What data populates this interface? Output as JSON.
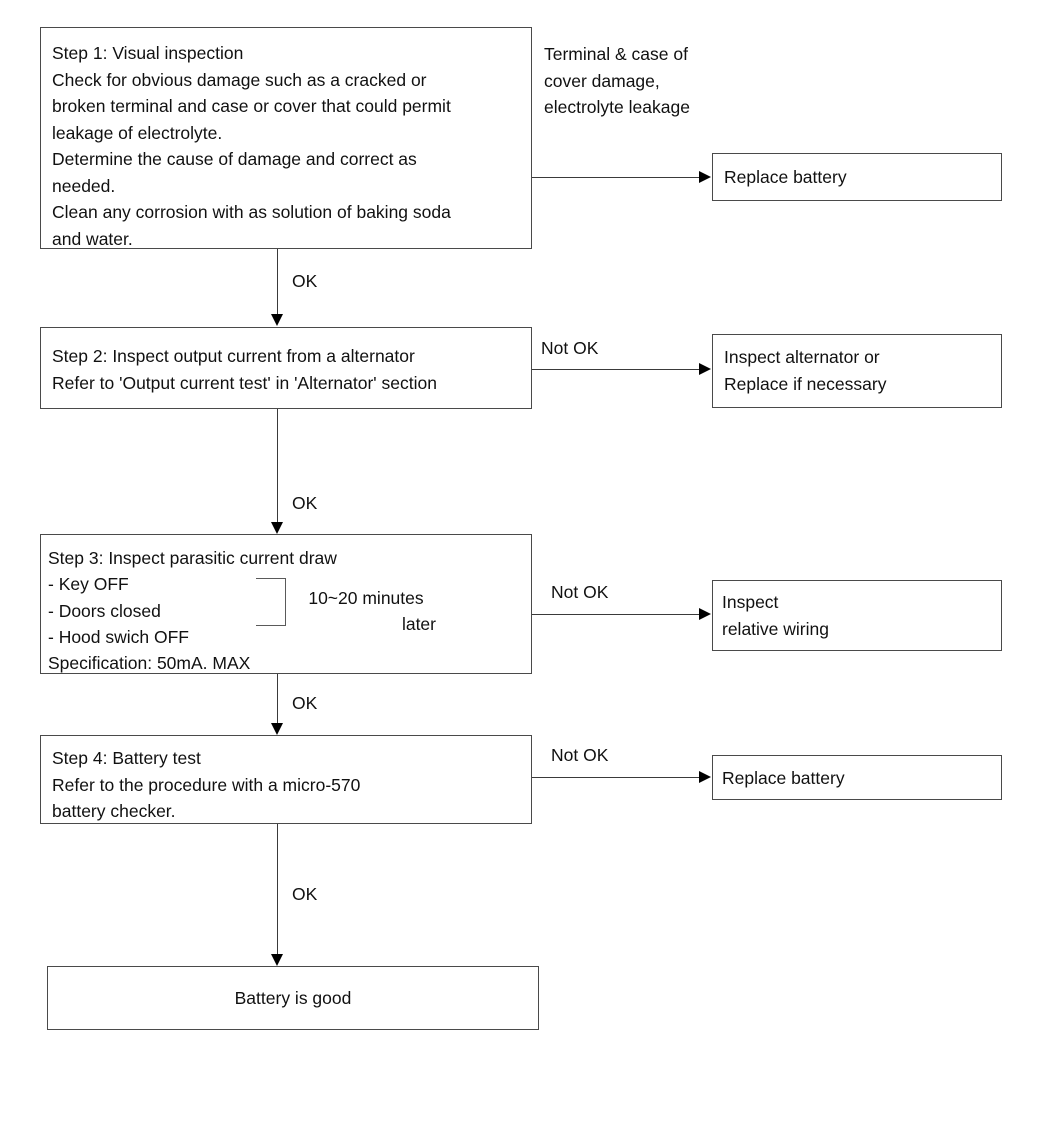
{
  "diagram": {
    "title": "Battery diagnostic flowchart",
    "line_color": "#3a3a3a",
    "box_border_color": "#4a4a4a",
    "text_color": "#111111",
    "background": "#ffffff"
  },
  "nodes": {
    "step1": {
      "id": "step1",
      "text": "Step 1: Visual inspection\nCheck for obvious damage such as a cracked or\nbroken terminal and case or cover that could permit\nleakage of electrolyte.\nDetermine the cause of damage and correct as\nneeded.\nClean any corrosion with as solution of baking soda\nand water."
    },
    "step2": {
      "id": "step2",
      "text": "Step 2: Inspect output current from a alternator\nRefer to 'Output current test' in 'Alternator' section"
    },
    "step3": {
      "id": "step3",
      "heading": "Step 3: Inspect parasitic current draw",
      "bullets": " - Key OFF\n - Doors closed\n - Hood swich OFF",
      "spec": "   Specification: 50mA. MAX",
      "bracket_note_line1": "10~20 minutes",
      "bracket_note_line2": "later"
    },
    "step4": {
      "id": "step4",
      "text": "Step 4: Battery test\nRefer to the procedure with a micro-570\nbattery checker."
    },
    "result_good": {
      "id": "result_good",
      "text": "Battery is good"
    },
    "replace_battery_1": {
      "id": "replace_battery_1",
      "text": "Replace battery"
    },
    "inspect_alternator": {
      "id": "inspect_alternator",
      "text": "Inspect alternator or\nReplace if necessary"
    },
    "inspect_wiring": {
      "id": "inspect_wiring",
      "text": "Inspect\nrelative wiring"
    },
    "replace_battery_2": {
      "id": "replace_battery_2",
      "text": "Replace battery"
    }
  },
  "annotations": {
    "step1_fault_note": "Terminal  &  case of\ncover damage,\nelectrolyte leakage"
  },
  "edge_labels": {
    "ok_1": "OK",
    "ok_2": "OK",
    "ok_3": "OK",
    "ok_4": "OK",
    "not_ok_2": "Not OK",
    "not_ok_3": "Not OK",
    "not_ok_4": "Not OK"
  }
}
